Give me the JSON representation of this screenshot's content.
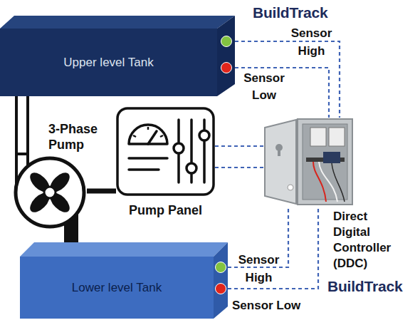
{
  "diagram": {
    "nodes": [
      {
        "text": [
          "Upper level Tank"
        ]
      },
      {
        "text": [
          "3-Phase Pump"
        ]
      },
      {
        "text": [
          "Pump Panel"
        ]
      },
      {
        "text": [
          "Direct Digital Controller (DDC)"
        ]
      },
      {
        "text": [
          "Lower level Tank"
        ]
      }
    ],
    "edges": [
      {
        "from": 0,
        "to": 3,
        "label": "Sensor High",
        "arrow": "none"
      },
      {
        "from": 0,
        "to": 3,
        "label": "Sensor Low",
        "arrow": "none"
      },
      {
        "from": 0,
        "to": 1,
        "arrow": "none"
      },
      {
        "from": 1,
        "to": 2,
        "arrow": "none"
      },
      {
        "from": 2,
        "to": 3,
        "arrow": "none"
      },
      {
        "from": 2,
        "to": 3,
        "arrow": "none"
      },
      {
        "from": 1,
        "to": 4,
        "arrow": "none"
      },
      {
        "from": 4,
        "to": 3,
        "label": "Sensor High",
        "arrow": "none"
      },
      {
        "from": 4,
        "to": 3,
        "label": "Sensor Low",
        "arrow": "none"
      }
    ],
    "labels": [
      "BuildTrack",
      "BuildTrack"
    ]
  }
}
